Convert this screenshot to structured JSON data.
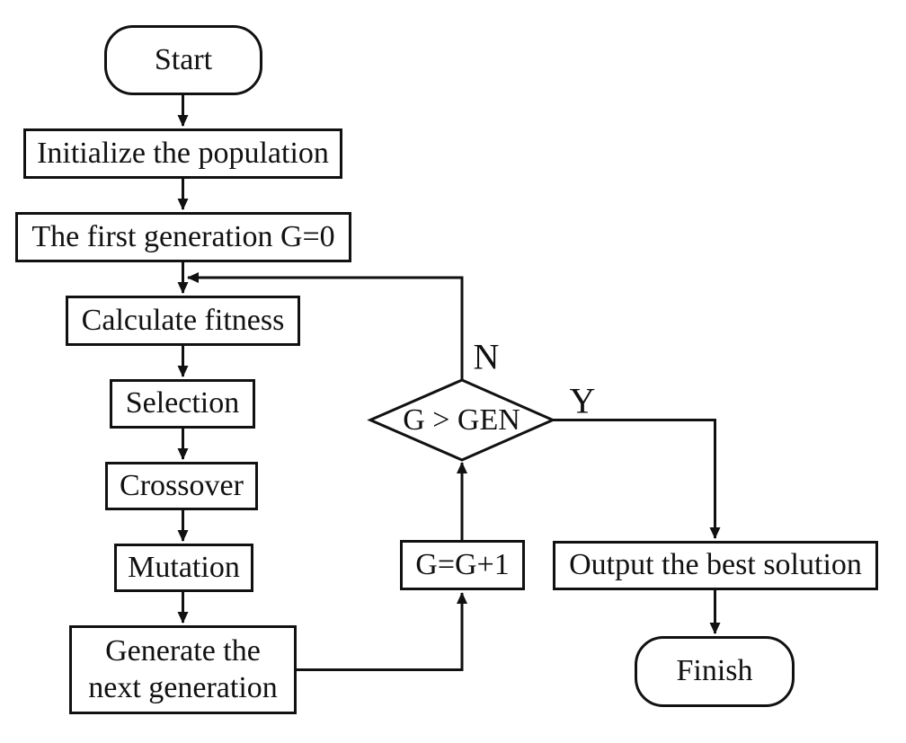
{
  "figure": {
    "type": "flowchart",
    "topic": "genetic algorithm loop",
    "colors": {
      "background": "#ffffff",
      "line": "#111111",
      "node_fill": "#ffffff"
    }
  },
  "nodes": {
    "start": {
      "type": "terminator",
      "label": "Start"
    },
    "initialize": {
      "type": "process",
      "label": "Initialize the population"
    },
    "first_generation": {
      "type": "process",
      "label": "The first generation G=0"
    },
    "calculate_fitness": {
      "type": "process",
      "label": "Calculate fitness"
    },
    "selection": {
      "type": "process",
      "label": "Selection"
    },
    "crossover": {
      "type": "process",
      "label": "Crossover"
    },
    "mutation": {
      "type": "process",
      "label": "Mutation"
    },
    "generate_next": {
      "type": "process",
      "label_line1": "Generate the",
      "label_line2": "next generation"
    },
    "increment": {
      "type": "process",
      "label": "G=G+1"
    },
    "decision": {
      "type": "decision",
      "label": "G > GEN"
    },
    "output": {
      "type": "process",
      "label": "Output the best solution"
    },
    "finish": {
      "type": "terminator",
      "label": "Finish"
    }
  },
  "branch_labels": {
    "no": "N",
    "yes": "Y"
  },
  "edges": [
    {
      "from": "start",
      "to": "initialize"
    },
    {
      "from": "initialize",
      "to": "first_generation"
    },
    {
      "from": "first_generation",
      "to": "calculate_fitness"
    },
    {
      "from": "calculate_fitness",
      "to": "selection"
    },
    {
      "from": "selection",
      "to": "crossover"
    },
    {
      "from": "crossover",
      "to": "mutation"
    },
    {
      "from": "mutation",
      "to": "generate_next"
    },
    {
      "from": "generate_next",
      "to": "increment"
    },
    {
      "from": "increment",
      "to": "decision"
    },
    {
      "from": "decision",
      "to": "calculate_fitness",
      "label": "N"
    },
    {
      "from": "decision",
      "to": "output",
      "label": "Y"
    },
    {
      "from": "output",
      "to": "finish"
    }
  ]
}
